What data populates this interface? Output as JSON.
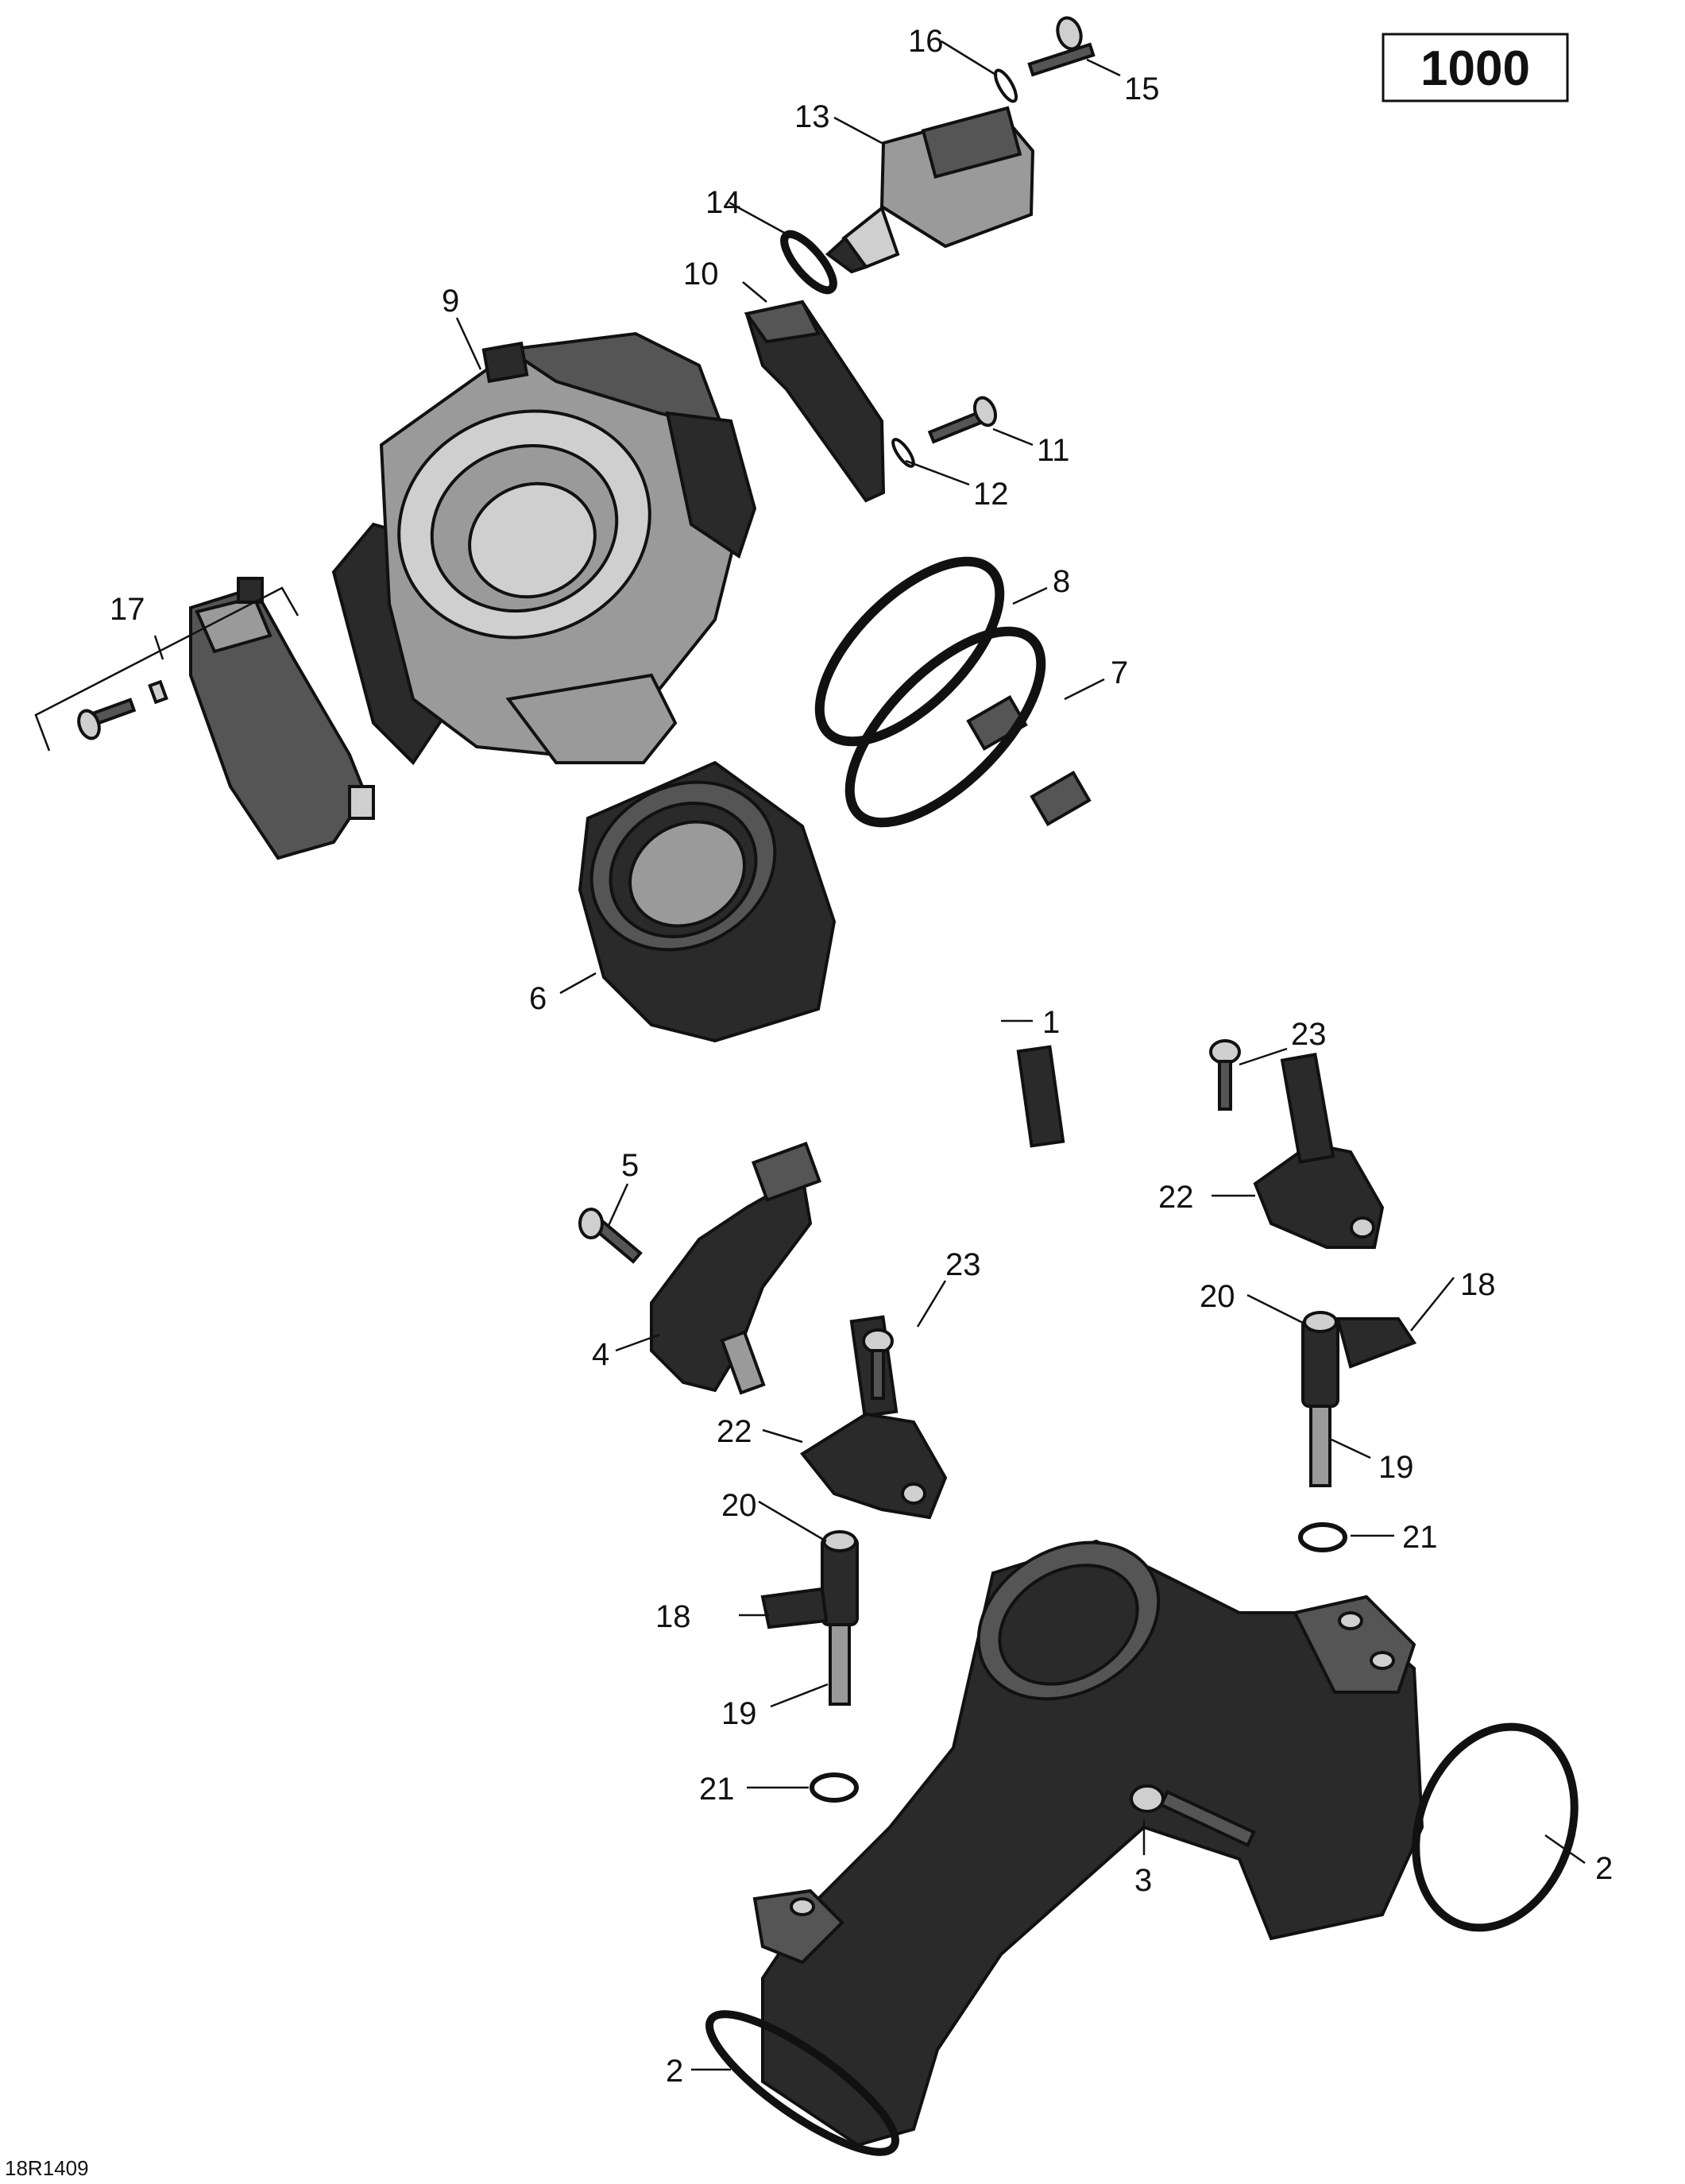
{
  "model_badge": "1000",
  "reference_code": "18R1409",
  "callouts": [
    "1",
    "2",
    "2",
    "3",
    "4",
    "5",
    "6",
    "7",
    "8",
    "9",
    "10",
    "11",
    "12",
    "13",
    "14",
    "15",
    "16",
    "17",
    "18",
    "18",
    "19",
    "19",
    "20",
    "20",
    "21",
    "21",
    "22",
    "22",
    "23",
    "23"
  ]
}
